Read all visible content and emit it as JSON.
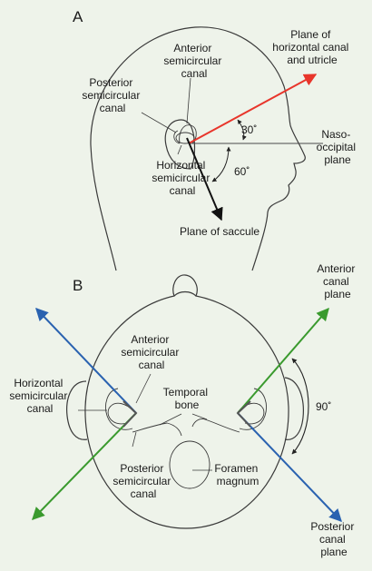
{
  "panels": {
    "a": "A",
    "b": "B"
  },
  "panel_a": {
    "anterior_canal": [
      "Anterior",
      "semicircular",
      "canal"
    ],
    "posterior_canal": [
      "Posterior",
      "semicircular",
      "canal"
    ],
    "horizontal_canal": [
      "Horizontal",
      "semicircular",
      "canal"
    ],
    "plane_horizontal_utricle": [
      "Plane of",
      "horizontal canal",
      "and utricle"
    ],
    "naso_occipital": [
      "Naso-",
      "occipital",
      "plane"
    ],
    "plane_saccule": "Plane of saccule",
    "angle_upper": "30˚",
    "angle_lower": "60˚"
  },
  "panel_b": {
    "anterior_canal": [
      "Anterior",
      "semicircular",
      "canal"
    ],
    "horizontal_canal": [
      "Horizontal",
      "semicircular",
      "canal"
    ],
    "temporal_bone": [
      "Temporal",
      "bone"
    ],
    "posterior_canal": [
      "Posterior",
      "semicircular",
      "canal"
    ],
    "foramen_magnum": [
      "Foramen",
      "magnum"
    ],
    "anterior_plane": [
      "Anterior",
      "canal",
      "plane"
    ],
    "posterior_plane": [
      "Posterior",
      "canal",
      "plane"
    ],
    "angle": "90˚"
  },
  "colors": {
    "background": "#eef3ea",
    "red_axis": "#e8352b",
    "green_axis": "#3a9a2e",
    "blue_axis": "#2a62b0",
    "black_axis": "#111111"
  }
}
